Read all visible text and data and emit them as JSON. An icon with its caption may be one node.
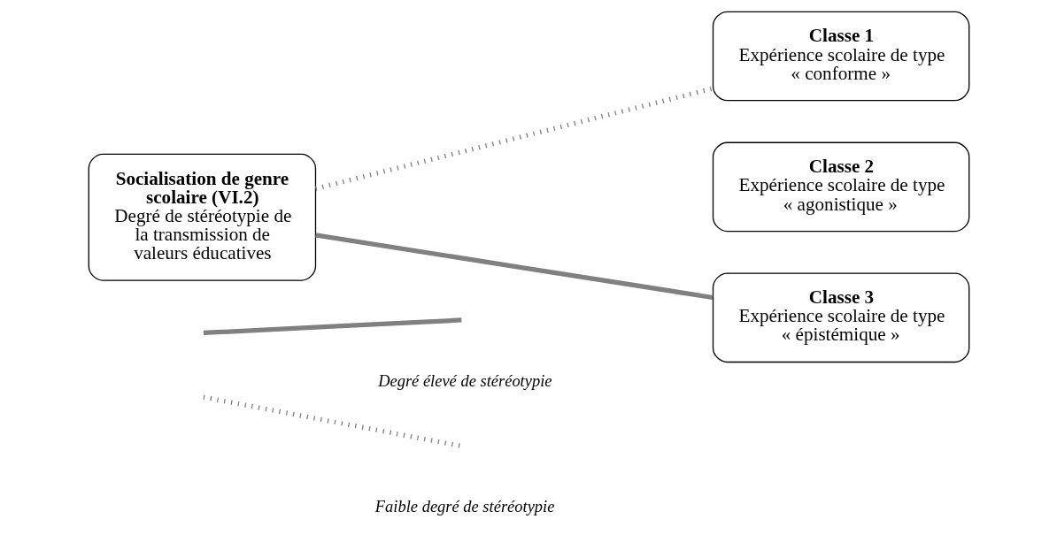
{
  "diagram": {
    "nodes": [
      {
        "text": [
          "Socialisation de genre scolaire (VI.2)",
          "Degré de stéréotypie de la transmission de valeurs éducatives"
        ]
      },
      {
        "text": [
          "Classe 1",
          "Expérience scolaire de type « conforme »"
        ]
      },
      {
        "text": [
          "Classe 2",
          "Expérience scolaire de type « agonistique »"
        ]
      },
      {
        "text": [
          "Classe 3",
          "Expérience scolaire de type « épistémique »"
        ]
      }
    ],
    "edges": [
      {
        "from": 0,
        "to": 1,
        "arrow": "none",
        "style": "dashed"
      },
      {
        "from": 0,
        "to": 3,
        "arrow": "none"
      }
    ],
    "legend": [
      {
        "text": "Degré élevé de stéréotypie"
      },
      {
        "text": "Faible degré de stéréotypie"
      }
    ]
  }
}
